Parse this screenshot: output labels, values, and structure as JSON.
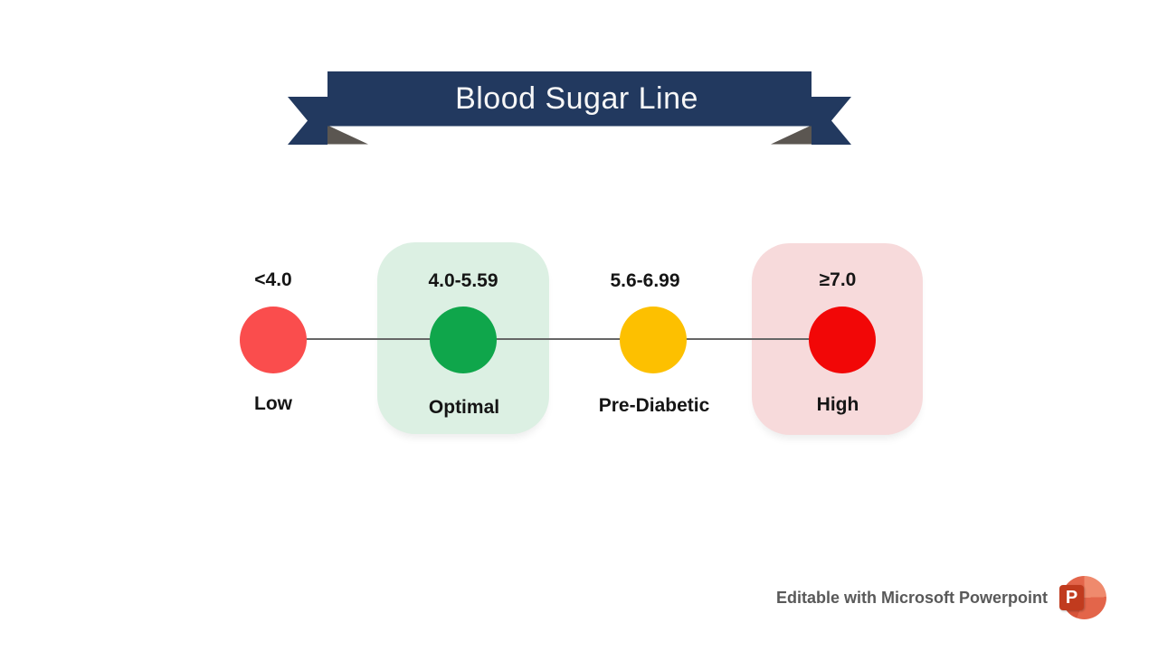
{
  "banner": {
    "title": "Blood Sugar Line",
    "band_color": "#22395f",
    "fold_color": "#5b5651",
    "text_color": "#f7f7f7"
  },
  "timeline": {
    "line_color": "#666666",
    "nodes": [
      {
        "range": "<4.0",
        "label": "Low",
        "dot_color": "#fa4d4d",
        "panel_color": null
      },
      {
        "range": "4.0-5.59",
        "label": "Optimal",
        "dot_color": "#0fa64b",
        "panel_color": "#dcf0e3"
      },
      {
        "range": "5.6-6.99",
        "label": "Pre-Diabetic",
        "dot_color": "#fdc000",
        "panel_color": null
      },
      {
        "range": "≥7.0",
        "label": "High",
        "dot_color": "#f20707",
        "panel_color": "#f7dadb"
      }
    ]
  },
  "footer": {
    "label": "Editable with Microsoft Powerpoint",
    "text_color": "#595959",
    "icon": "powerpoint-logo",
    "icon_letter": "P",
    "icon_colors": {
      "tile": "#c13b1e",
      "circle_main": "#e3654a",
      "circle_light": "#ef8a6d",
      "circle_dark": "#d7543a"
    }
  }
}
